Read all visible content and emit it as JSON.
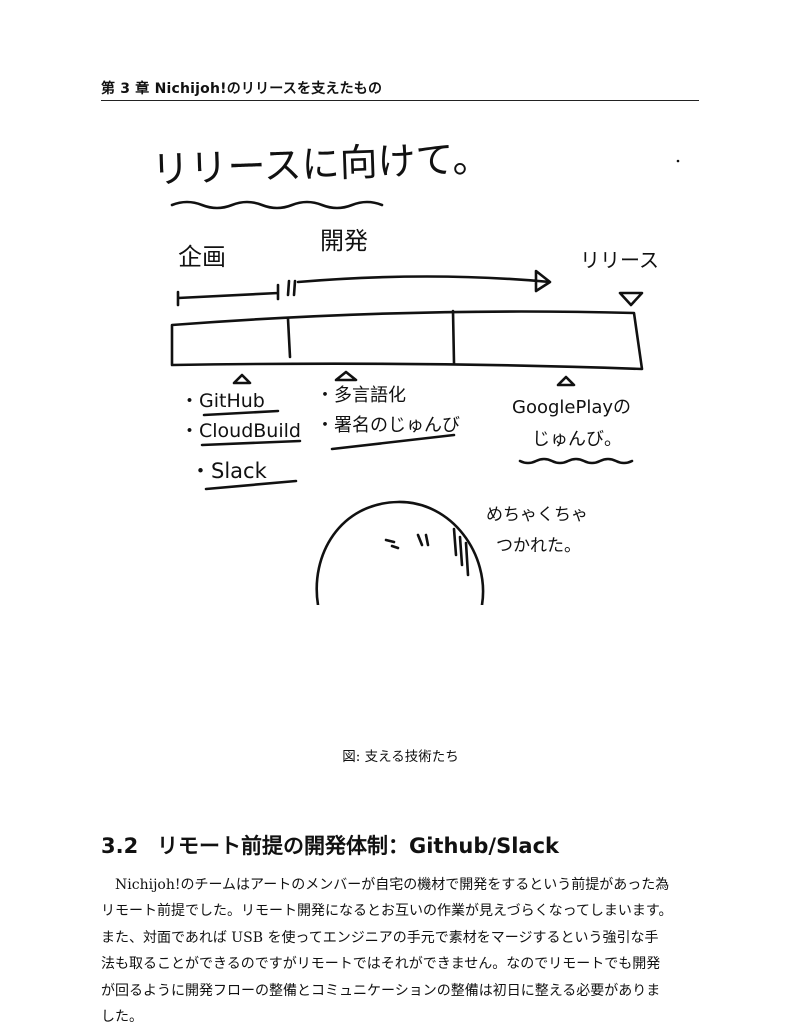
{
  "header": {
    "running_title": "第 3 章 Nichijoh!のリリースを支えたもの"
  },
  "figure": {
    "title": "リリースに向けて。",
    "phases": {
      "planning": "企画",
      "development": "開発",
      "release": "リリース"
    },
    "planning_items": [
      "・GitHub",
      "・CloudBuild",
      "・Slack"
    ],
    "development_items": [
      "・多言語化",
      "・署名のじゅんび"
    ],
    "release_items": [
      "GooglePlayの",
      "じゅんび。"
    ],
    "speech": [
      "めちゃくちゃ",
      "つかれた。"
    ],
    "caption": "図: 支える技術たち"
  },
  "section": {
    "number": "3.2",
    "title": "リモート前提の開発体制：Github/Slack"
  },
  "body": {
    "lines": [
      "Nichijoh!のチームはアートのメンバーが自宅の機材で開発をするという前提があった為",
      "リモート前提でした。リモート開発になるとお互いの作業が見えづらくなってしまいます。",
      "また、対面であれば USB を使ってエンジニアの手元で素材をマージするという強引な手",
      "法も取ることができるのですがリモートではそれができません。なのでリモートでも開発",
      "が回るように開発フローの整備とコミュニケーションの整備は初日に整える必要がありま",
      "した。"
    ]
  },
  "colors": {
    "ink": "#111111",
    "paper": "#ffffff"
  }
}
